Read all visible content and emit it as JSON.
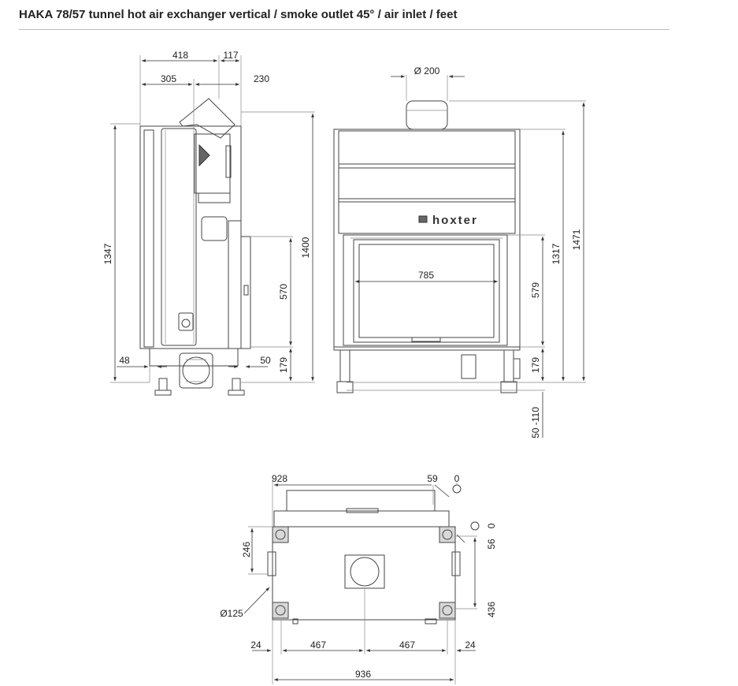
{
  "title": "HAKA 78/57 tunnel hot air exchanger vertical / smoke outlet 45° / air inlet / feet",
  "brand_logo": "hoxter",
  "side_view": {
    "dims": {
      "d418": "418",
      "d117": "117",
      "d305": "305",
      "d230": "230",
      "d1347": "1347",
      "d1400": "1400",
      "d570": "570",
      "d48": "48",
      "d50": "50",
      "d179": "179"
    }
  },
  "front_view": {
    "dims": {
      "d200": "Ø 200",
      "d785": "785",
      "d1317": "1317",
      "d1471": "1471",
      "d579": "579",
      "d179": "179",
      "d50_110": "50 -110"
    }
  },
  "top_view": {
    "dims": {
      "d928": "928",
      "d59": "59",
      "d0a": "0",
      "d0b": "0",
      "d246": "246",
      "d56": "56",
      "d436": "436",
      "d125": "Ø125",
      "d24a": "24",
      "d467a": "467",
      "d467b": "467",
      "d24b": "24",
      "d936": "936"
    }
  }
}
